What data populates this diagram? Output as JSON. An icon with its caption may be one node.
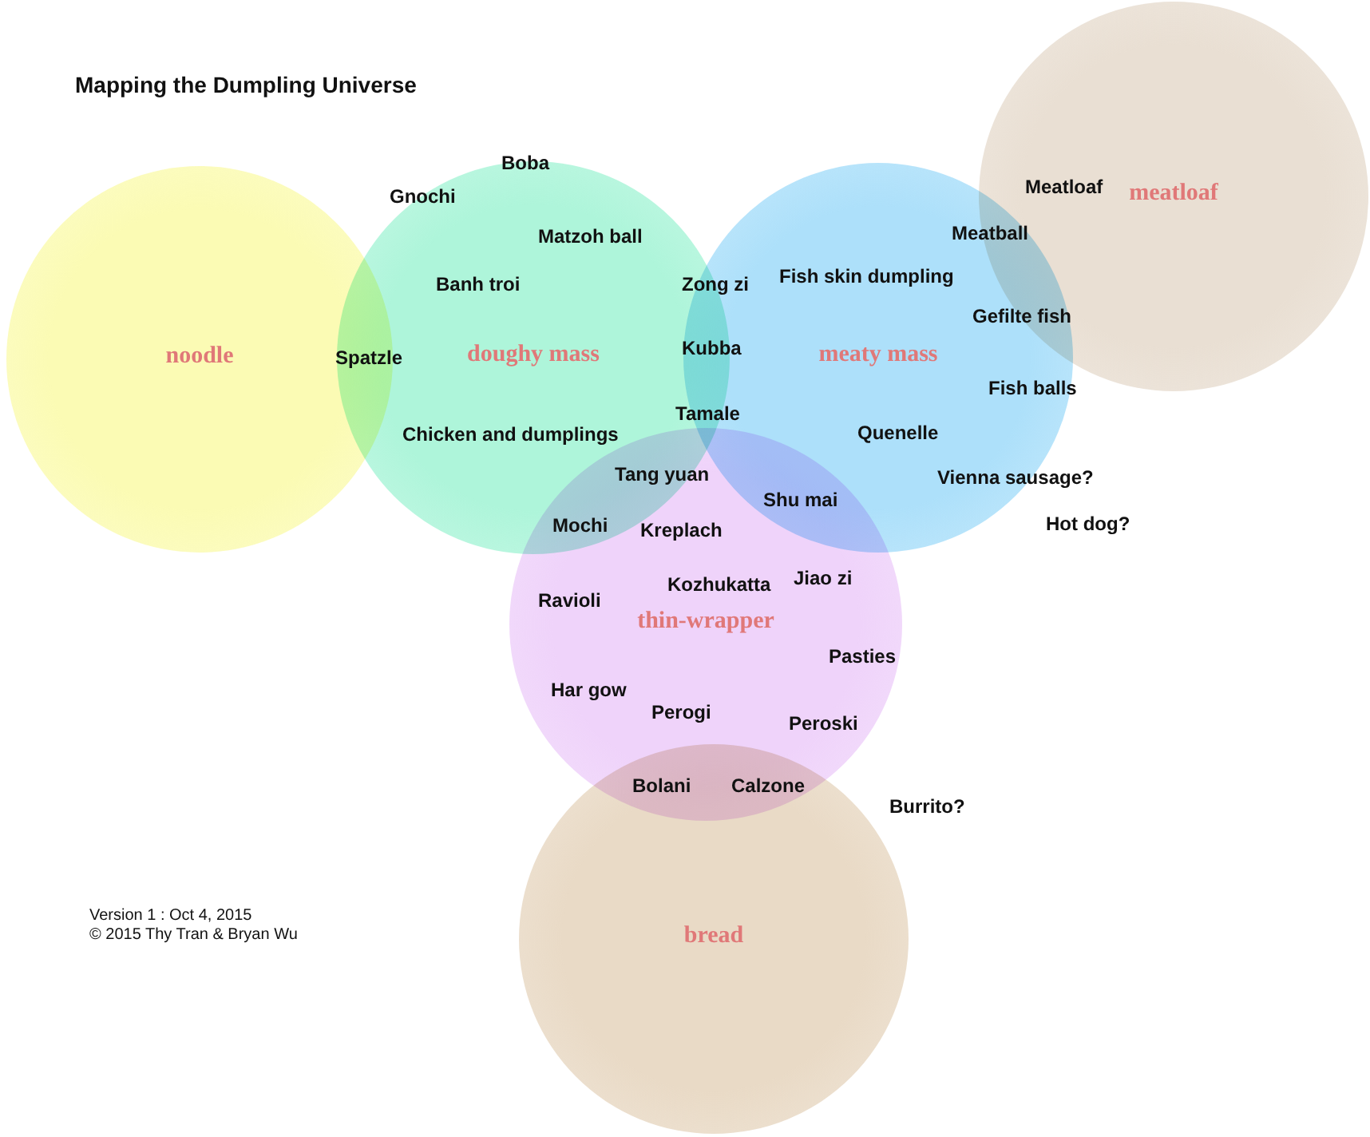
{
  "diagram": {
    "title": "Mapping the Dumpling Universe",
    "nodes": [
      {
        "text": [
          "meatloaf"
        ]
      },
      {
        "text": [
          "noodle"
        ]
      },
      {
        "text": [
          "doughy mass"
        ]
      },
      {
        "text": [
          "meaty mass"
        ]
      },
      {
        "text": [
          "thin-wrapper"
        ]
      },
      {
        "text": [
          "bread"
        ]
      }
    ],
    "labels": [
      "Boba",
      "Gnochi",
      "Meatloaf",
      "Matzoh ball",
      "Meatball",
      "Banh troi",
      "Zong zi",
      "Fish skin dumpling",
      "Gefilte fish",
      "Kubba",
      "Spatzle",
      "Fish balls",
      "Tamale",
      "Chicken and dumplings",
      "Quenelle",
      "Tang yuan",
      "Vienna sausage?",
      "Shu mai",
      "Mochi",
      "Kreplach",
      "Hot dog?",
      "Jiao zi",
      "Kozhukatta",
      "Ravioli",
      "Pasties",
      "Har gow",
      "Perogi",
      "Peroski",
      "Bolani",
      "Calzone",
      "Burrito?",
      "Version 1 : Oct 4, 2015",
      "© 2015 Thy Tran & Bryan Wu"
    ]
  }
}
